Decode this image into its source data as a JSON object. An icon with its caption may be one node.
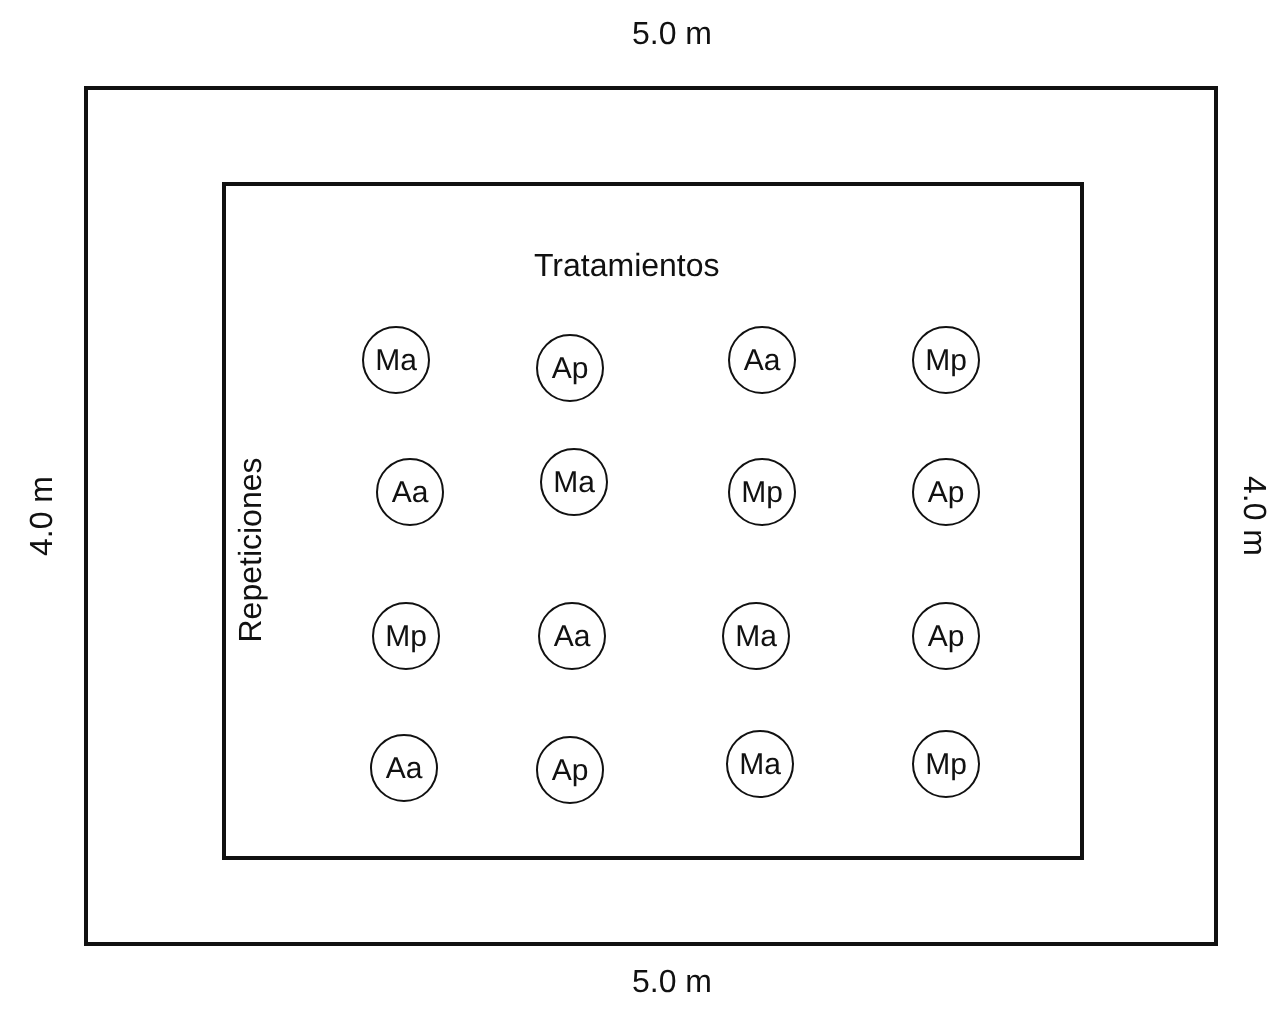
{
  "diagram": {
    "nodes": [
      {
        "text": [],
        "shape": "box"
      },
      {
        "text": [
          "Tratamientos",
          "Repeticiones"
        ],
        "in": 0
      },
      {
        "text": [
          "Ma"
        ],
        "in": 1
      },
      {
        "text": [
          "Ap"
        ],
        "in": 1
      },
      {
        "text": [
          "Aa"
        ],
        "in": 1
      },
      {
        "text": [
          "Mp"
        ],
        "in": 1
      },
      {
        "text": [
          "Aa"
        ],
        "in": 1
      },
      {
        "text": [
          "Ma"
        ],
        "in": 1
      },
      {
        "text": [
          "Mp"
        ],
        "in": 1
      },
      {
        "text": [
          "Ap"
        ],
        "in": 1
      },
      {
        "text": [
          "Mp"
        ],
        "in": 1
      },
      {
        "text": [
          "Aa"
        ],
        "in": 1
      },
      {
        "text": [
          "Ma"
        ],
        "in": 1
      },
      {
        "text": [
          "Ap"
        ],
        "in": 1
      },
      {
        "text": [
          "Aa"
        ],
        "in": 1
      },
      {
        "text": [
          "Ap"
        ],
        "in": 1
      },
      {
        "text": [
          "Ma"
        ],
        "in": 1
      },
      {
        "text": [
          "Mp"
        ],
        "in": 1
      }
    ],
    "labels": [
      "5.0 m",
      "4.0 m",
      "4.0 m",
      "5.0 m"
    ]
  }
}
